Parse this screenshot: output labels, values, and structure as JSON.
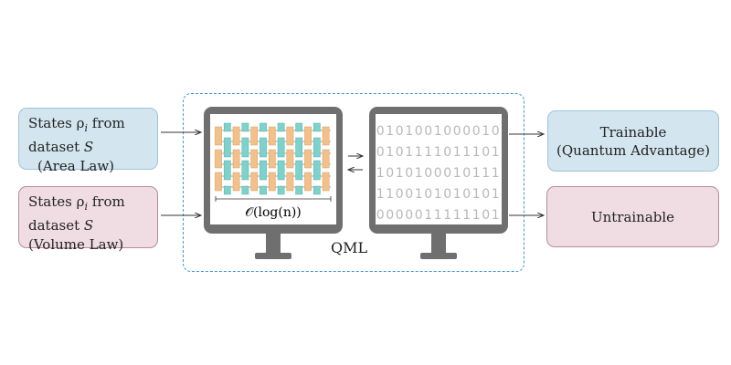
{
  "inputs": {
    "area": {
      "line1": "States ρ",
      "sub": "i",
      "line1_tail": " from",
      "line2": "dataset ",
      "set": "S",
      "line3": "(Area Law)"
    },
    "volume": {
      "line1": "States ρ",
      "sub": "i",
      "line1_tail": " from",
      "line2": "dataset ",
      "set": "S",
      "line3": "(Volume Law)"
    }
  },
  "qml_label": "QML",
  "circuit_label": "𝒪(log(n))",
  "bit_rows": [
    "0101001000010",
    "0101111011101",
    "1010100010111",
    "1100101010101",
    "0000011111101"
  ],
  "outputs": {
    "trainable": {
      "line1": "Trainable",
      "line2": "(Quantum Advantage)"
    },
    "untrainable": "Untrainable"
  },
  "colors": {
    "blue_box": "#d3e5ef",
    "pink_box": "#efdde3",
    "dashed_frame": "#3c9ad6",
    "monitor": "#6f6f6f",
    "gate_orange": "#f3c08a",
    "gate_teal": "#7fd1cc",
    "bits": "#b8b8b8"
  }
}
